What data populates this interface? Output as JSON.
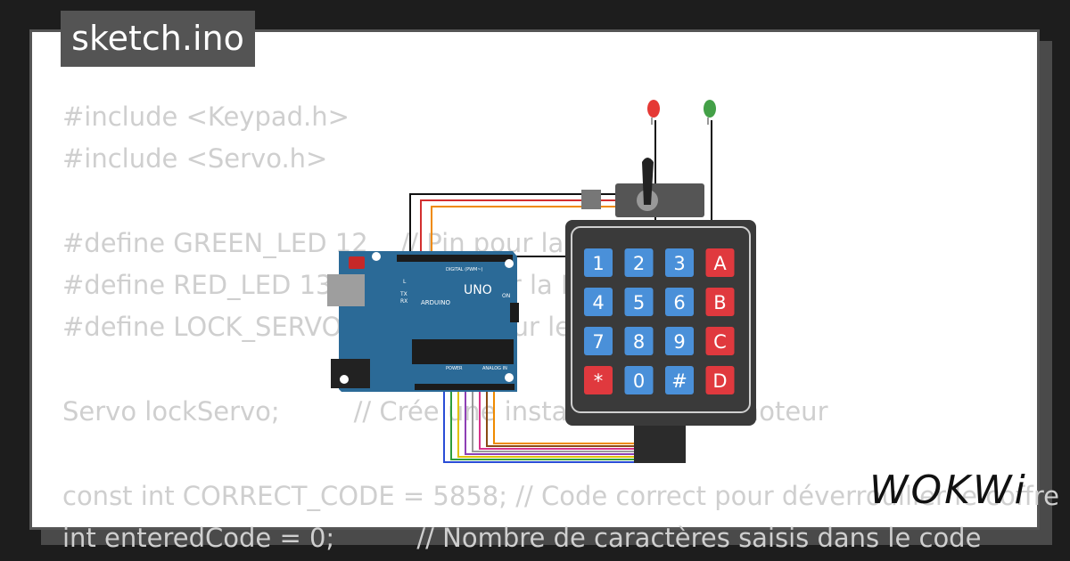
{
  "title": "sketch.ino",
  "code_lines": [
    "#include <Keypad.h>",
    "#include <Servo.h>",
    "",
    "#define GREEN_LED 12    // Pin pour la LED verte",
    "#define RED_LED 13       // Pin pour la LED rouge",
    "#define LOCK_SERVO 10   // Pin pour le servomoteur",
    "",
    "Servo lockServo;         // Crée une instance de servomoteur",
    "",
    "const int CORRECT_CODE = 5858; // Code correct pour déverrouiller le coffre",
    "int enteredCode = 0;          // Nombre de caractères saisis dans le code"
  ],
  "board": {
    "name": "UNO",
    "brand": "ARDUINO",
    "header_label": "DIGITAL (PWM~)",
    "power_label": "POWER",
    "analog_label": "ANALOG IN",
    "on_label": "ON",
    "tx_label": "TX",
    "rx_label": "RX",
    "l_label": "L"
  },
  "keypad": {
    "keys": [
      "1",
      "2",
      "3",
      "A",
      "4",
      "5",
      "6",
      "B",
      "7",
      "8",
      "9",
      "C",
      "*",
      "0",
      "#",
      "D"
    ]
  },
  "colors": {
    "background": "#1d1d1d",
    "card": "#ffffff",
    "code_text": "#cfcfcf",
    "tab_bg": "#545454",
    "board": "#2b6a97",
    "keypad": "#3a3a3a",
    "key_blue": "#4a90d9",
    "key_red": "#e0393e",
    "led_red": "#e53935",
    "led_green": "#43a047"
  },
  "brand_logo": "WOKWi"
}
